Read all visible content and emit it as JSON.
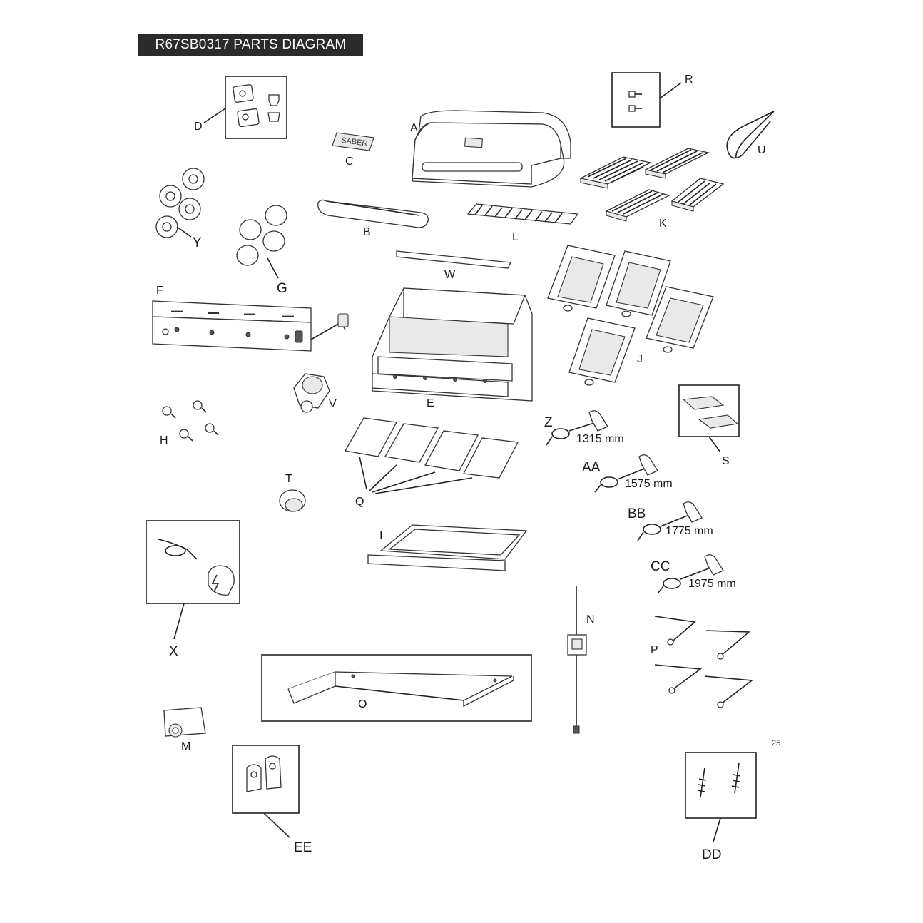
{
  "title": "R67SB0317 PARTS DIAGRAM",
  "page_number": "25",
  "brand_text": "SABER",
  "labels": {
    "A": "A",
    "B": "B",
    "C": "C",
    "D": "D",
    "E": "E",
    "F": "F",
    "G": "G",
    "H": "H",
    "I": "I",
    "J": "J",
    "K": "K",
    "L": "L",
    "M": "M",
    "N": "N",
    "O": "O",
    "P": "P",
    "Q": "Q",
    "R": "R",
    "S": "S",
    "T": "T",
    "U": "U",
    "V": "V",
    "W": "W",
    "X": "X",
    "Y": "Y",
    "Z": "Z",
    "AA": "AA",
    "BB": "BB",
    "CC": "CC",
    "DD": "DD",
    "EE": "EE"
  },
  "wire_lengths": {
    "Z": "1315 mm",
    "AA": "1575 mm",
    "BB": "1775 mm",
    "CC": "1975 mm"
  }
}
